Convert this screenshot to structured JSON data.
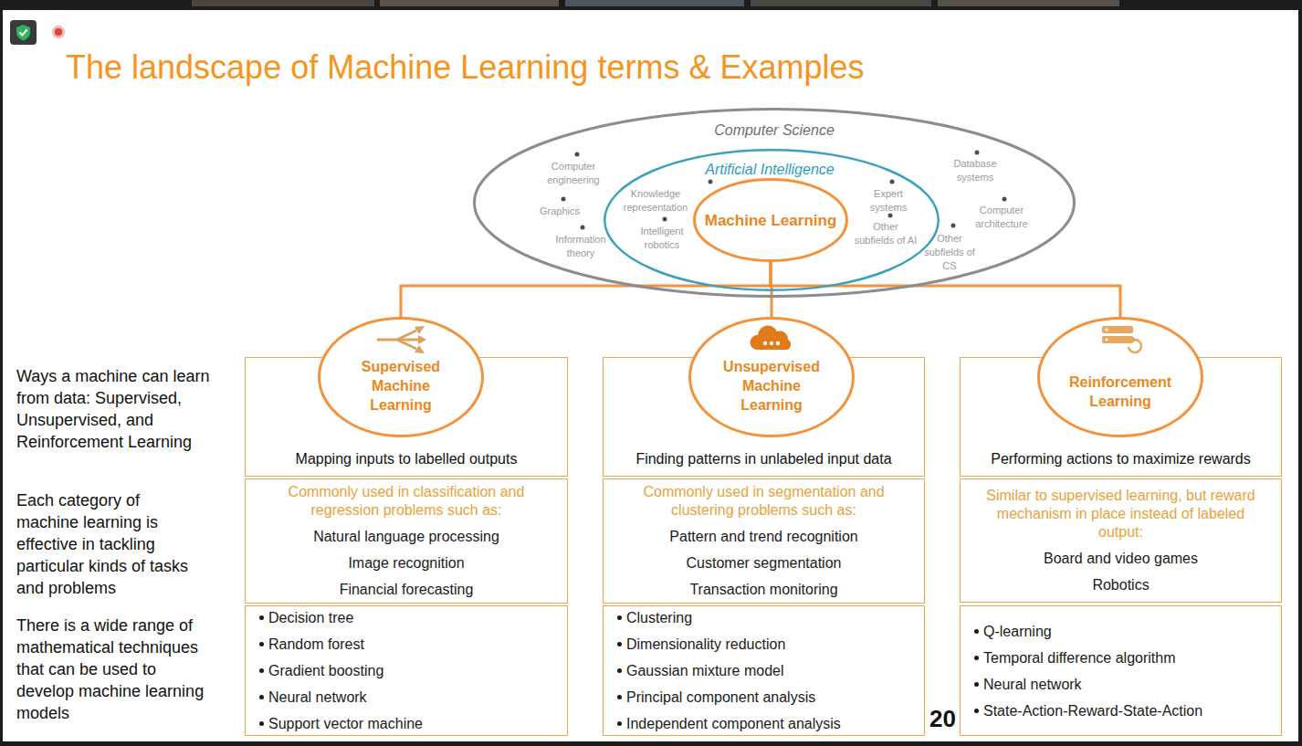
{
  "diagram": {
    "title": "The landscape of Machine Learning terms & Examples",
    "nodes": [
      {
        "text": [
          "Computer Science",
          "Computer engineering",
          "Graphics",
          "Information theory",
          "Database systems",
          "Computer architecture",
          "Other subfields of CS"
        ]
      },
      {
        "text": [
          "Artificial Intelligence",
          "Knowledge representation",
          "Intelligent robotics",
          "Expert systems",
          "Other subfields of AI"
        ],
        "in": 0
      },
      {
        "text": [
          "Machine Learning"
        ],
        "in": 1
      },
      {
        "text": [
          "Mapping inputs to labelled outputs"
        ]
      },
      {
        "text": [
          "Supervised Machine Learning"
        ],
        "in": 3
      },
      {
        "text": [
          "Finding patterns in unlabeled input data"
        ]
      },
      {
        "text": [
          "Unsupervised Machine Learning"
        ],
        "in": 5
      },
      {
        "text": [
          "Performing actions to maximize rewards"
        ]
      },
      {
        "text": [
          "Reinforcement Learning"
        ],
        "in": 7
      },
      {
        "text": [
          "Commonly used in classification and regression problems such as:",
          "Natural language processing",
          "Image recognition",
          "Financial forecasting"
        ]
      },
      {
        "text": [
          "Commonly used in segmentation and clustering problems such as:",
          "Pattern and trend recognition",
          "Customer segmentation",
          "Transaction monitoring"
        ]
      },
      {
        "text": [
          "Similar to supervised learning, but reward mechanism in place instead of labeled output:",
          "Board and video games",
          "Robotics"
        ]
      },
      {
        "text": [
          "Decision tree",
          "Random forest",
          "Gradient boosting",
          "Neural network",
          "Support vector machine"
        ]
      },
      {
        "text": [
          "Clustering",
          "Dimensionality reduction",
          "Gaussian mixture model",
          "Principal component analysis",
          "Independent component analysis"
        ]
      },
      {
        "text": [
          "Q-learning",
          "Temporal difference algorithm",
          "Neural network",
          "State-Action-Reward-State-Action"
        ]
      }
    ],
    "edges": [
      {
        "from": 2,
        "to": 4,
        "arrow": "none"
      },
      {
        "from": 2,
        "to": 6,
        "arrow": "none"
      },
      {
        "from": 2,
        "to": 8,
        "arrow": "none"
      }
    ],
    "labels": [
      "Ways a machine can learn from data: Supervised, Unsupervised, and Reinforcement Learning",
      "Each category of machine learning is effective in tackling particular kinds of tasks and problems",
      "There is a wide range of mathematical techniques that can be used to develop machine learning models",
      "20"
    ]
  }
}
